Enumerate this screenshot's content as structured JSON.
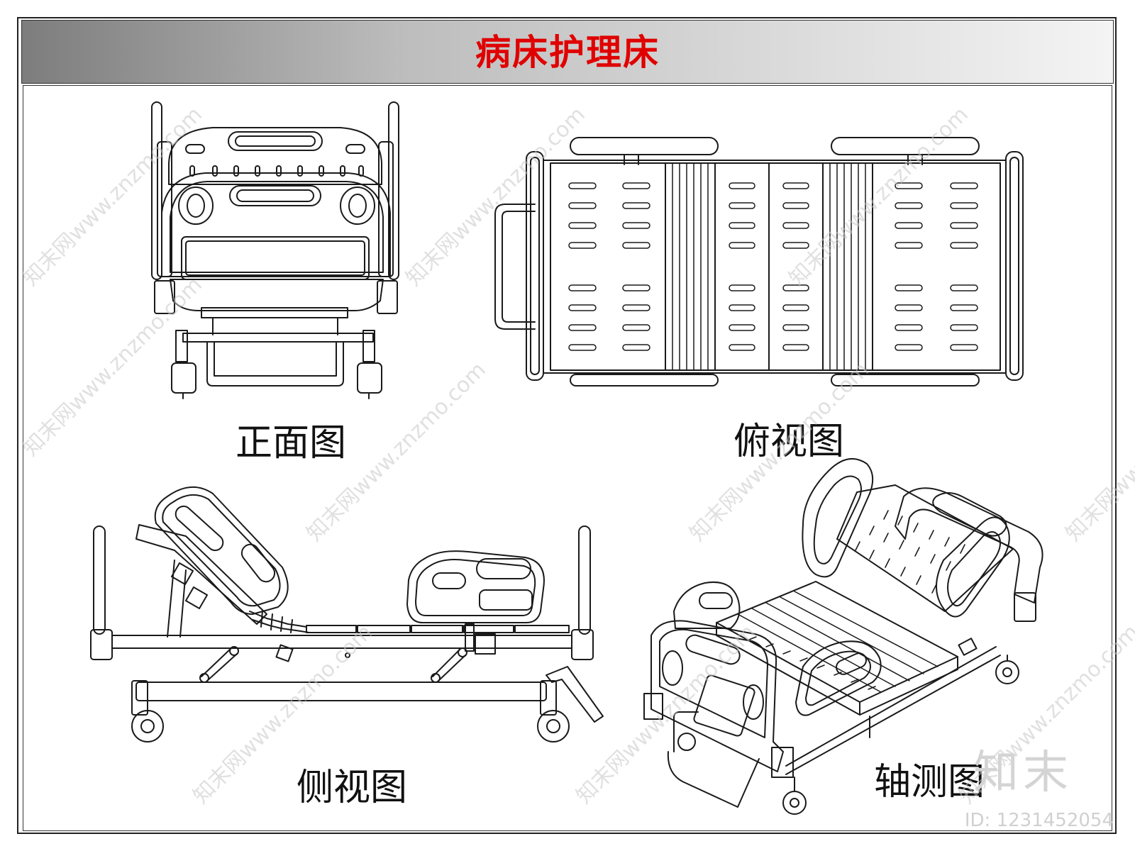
{
  "title": {
    "text": "病床护理床",
    "color": "#e00000"
  },
  "views": {
    "front": "正面图",
    "top": "俯视图",
    "side": "侧视图",
    "iso": "轴测图"
  },
  "watermark": {
    "text": "知末网www.znzmo.com",
    "brand": "知末",
    "id": "ID: 1231452054"
  },
  "colors": {
    "line": "#1a1a1a",
    "fill": "#ffffff",
    "banner_dark": "#7d7d7d",
    "banner_light": "#f4f4f4"
  }
}
